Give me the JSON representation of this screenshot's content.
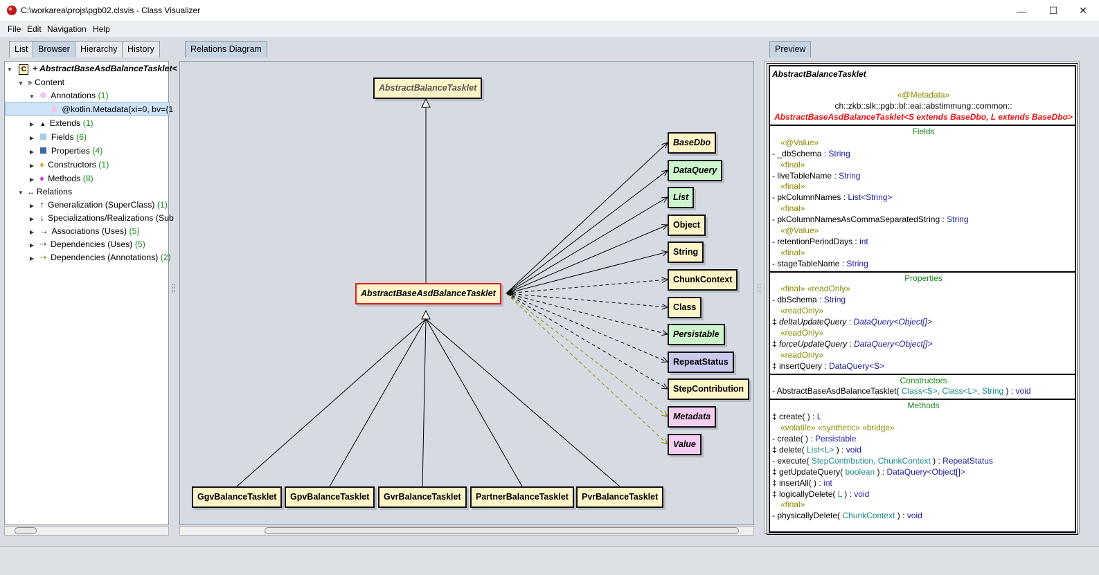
{
  "window": {
    "title": "C:\\workarea\\projs\\pgb02.clsvis - Class Visualizer",
    "minimize": "—",
    "maximize": "☐",
    "close": "✕"
  },
  "menu": {
    "file": "File",
    "edit": "Edit",
    "navigation": "Navigation",
    "help": "Help"
  },
  "left_tabs": [
    "List",
    "Browser",
    "Hierarchy",
    "History"
  ],
  "tree": {
    "root_icon": "C",
    "root": "+ AbstractBaseAsdBalanceTasklet<",
    "content": "Content",
    "annotations": "Annotations",
    "annotations_count": "(1)",
    "metadata": "@kotlin.Metadata(xi=0, bv={1",
    "extends": "Extends",
    "extends_count": "(1)",
    "fields": "Fields",
    "fields_count": "(6)",
    "properties": "Properties",
    "properties_count": "(4)",
    "constructors": "Constructors",
    "constructors_count": "(1)",
    "methods": "Methods",
    "methods_count": "(8)",
    "relations": "Relations",
    "generalization": "Generalization (SuperClass)",
    "generalization_count": "(1)",
    "specializations": "Specializations/Realizations (Sub",
    "associations": "Associations (Uses)",
    "associations_count": "(5)",
    "dependencies": "Dependencies (Uses)",
    "dependencies_count": "(5)",
    "dep_annotations": "Dependencies (Annotations)",
    "dep_annotations_count": "(2)"
  },
  "diagram_tab": "Relations Diagram",
  "diagram": {
    "superclass": "AbstractBalanceTasklet",
    "center": "AbstractBaseAsdBalanceTasklet",
    "related": [
      {
        "label": "BaseDbo",
        "color": "yellow",
        "italic": true
      },
      {
        "label": "DataQuery",
        "color": "green",
        "italic": true
      },
      {
        "label": "List",
        "color": "green",
        "italic": true
      },
      {
        "label": "Object",
        "color": "yellow",
        "italic": false
      },
      {
        "label": "String",
        "color": "yellow",
        "italic": false
      },
      {
        "label": "ChunkContext",
        "color": "yellow",
        "italic": false
      },
      {
        "label": "Class",
        "color": "yellow",
        "italic": false
      },
      {
        "label": "Persistable",
        "color": "green",
        "italic": true
      },
      {
        "label": "RepeatStatus",
        "color": "blue",
        "italic": false
      },
      {
        "label": "StepContribution",
        "color": "yellow",
        "italic": false
      },
      {
        "label": "Metadata",
        "color": "pink",
        "italic": true
      },
      {
        "label": "Value",
        "color": "pink",
        "italic": true
      }
    ],
    "subclasses": [
      "GgvBalanceTasklet",
      "GpvBalanceTasklet",
      "GvrBalanceTasklet",
      "PartnerBalanceTasklet",
      "PvrBalanceTasklet"
    ]
  },
  "preview_tab": "Preview",
  "preview": {
    "class_name": "AbstractBalanceTasklet",
    "metadata": "«@Metadata»",
    "package": "ch::zkb::slk::pgb::bl::eai::abstimmung::common::",
    "full_name": "AbstractBaseAsdBalanceTasklet<S extends BaseDbo, L extends BaseDbo>",
    "fields_header": "Fields",
    "properties_header": "Properties",
    "constructors_header": "Constructors",
    "methods_header": "Methods",
    "fields": [
      {
        "stereo": "«@Value»"
      },
      {
        "vis": "- ",
        "name": "_dbSchema",
        "sep": " : ",
        "type": "String"
      },
      {
        "stereo": "«final»"
      },
      {
        "vis": "- ",
        "name": "liveTableName",
        "sep": " : ",
        "type": "String"
      },
      {
        "stereo": "«final»"
      },
      {
        "vis": "- ",
        "name": "pkColumnNames",
        "sep": " : ",
        "type": "List<String>"
      },
      {
        "stereo": "«final»"
      },
      {
        "vis": "- ",
        "name": "pkColumnNamesAsCommaSeparatedString",
        "sep": " : ",
        "type": "String"
      },
      {
        "stereo": "«@Value»"
      },
      {
        "vis": "- ",
        "name": "retentionPeriodDays",
        "sep": " : ",
        "type": "int"
      },
      {
        "stereo": "«final»"
      },
      {
        "vis": "- ",
        "name": "stageTableName",
        "sep": " : ",
        "type": "String"
      }
    ],
    "properties": [
      {
        "stereo": "«final» «readOnly»"
      },
      {
        "vis": "- ",
        "name": "dbSchema",
        "sep": " : ",
        "type": "String"
      },
      {
        "stereo": "«readOnly»"
      },
      {
        "vis": "‡ ",
        "name": "deltaUpdateQuery",
        "sep": " : ",
        "type": "DataQuery<Object[]>",
        "italic": true
      },
      {
        "stereo": "«readOnly»"
      },
      {
        "vis": "‡ ",
        "name": "forceUpdateQuery",
        "sep": " : ",
        "type": "DataQuery<Object[]>",
        "italic": true
      },
      {
        "stereo": "«readOnly»"
      },
      {
        "vis": "‡ ",
        "name": "insertQuery",
        "sep": " : ",
        "type": "DataQuery<S>"
      }
    ],
    "constructors": [
      {
        "vis": "- ",
        "name": "AbstractBaseAsdBalanceTasklet( ",
        "params": "Class<S>, Class<L>, String",
        "sep": " ) : ",
        "type": "void"
      }
    ],
    "methods": [
      {
        "vis": "‡ ",
        "name": "create( ) : ",
        "params": "",
        "sep": "",
        "type": "L"
      },
      {
        "stereo": "«volatile» «synthetic» «bridge»"
      },
      {
        "vis": "- ",
        "name": "create( ) : ",
        "params": "",
        "sep": "",
        "type": "Persistable"
      },
      {
        "vis": "‡ ",
        "name": "delete( ",
        "params": "List<L>",
        "sep": " ) : ",
        "type": "void"
      },
      {
        "vis": "- ",
        "name": "execute( ",
        "params": "StepContribution, ChunkContext",
        "sep": " ) : ",
        "type": "RepeatStatus"
      },
      {
        "vis": "‡ ",
        "name": "getUpdateQuery( ",
        "params": "boolean",
        "sep": " ) : ",
        "type": "DataQuery<Object[]>"
      },
      {
        "vis": "‡ ",
        "name": "insertAll( ) : ",
        "params": "",
        "sep": "",
        "type": "int"
      },
      {
        "vis": "‡ ",
        "name": "logicallyDelete( ",
        "params": "L",
        "sep": " ) : ",
        "type": "void"
      },
      {
        "stereo": "«final»"
      },
      {
        "vis": "- ",
        "name": "physicallyDelete( ",
        "params": "ChunkContext",
        "sep": " ) : ",
        "type": "void"
      }
    ]
  }
}
